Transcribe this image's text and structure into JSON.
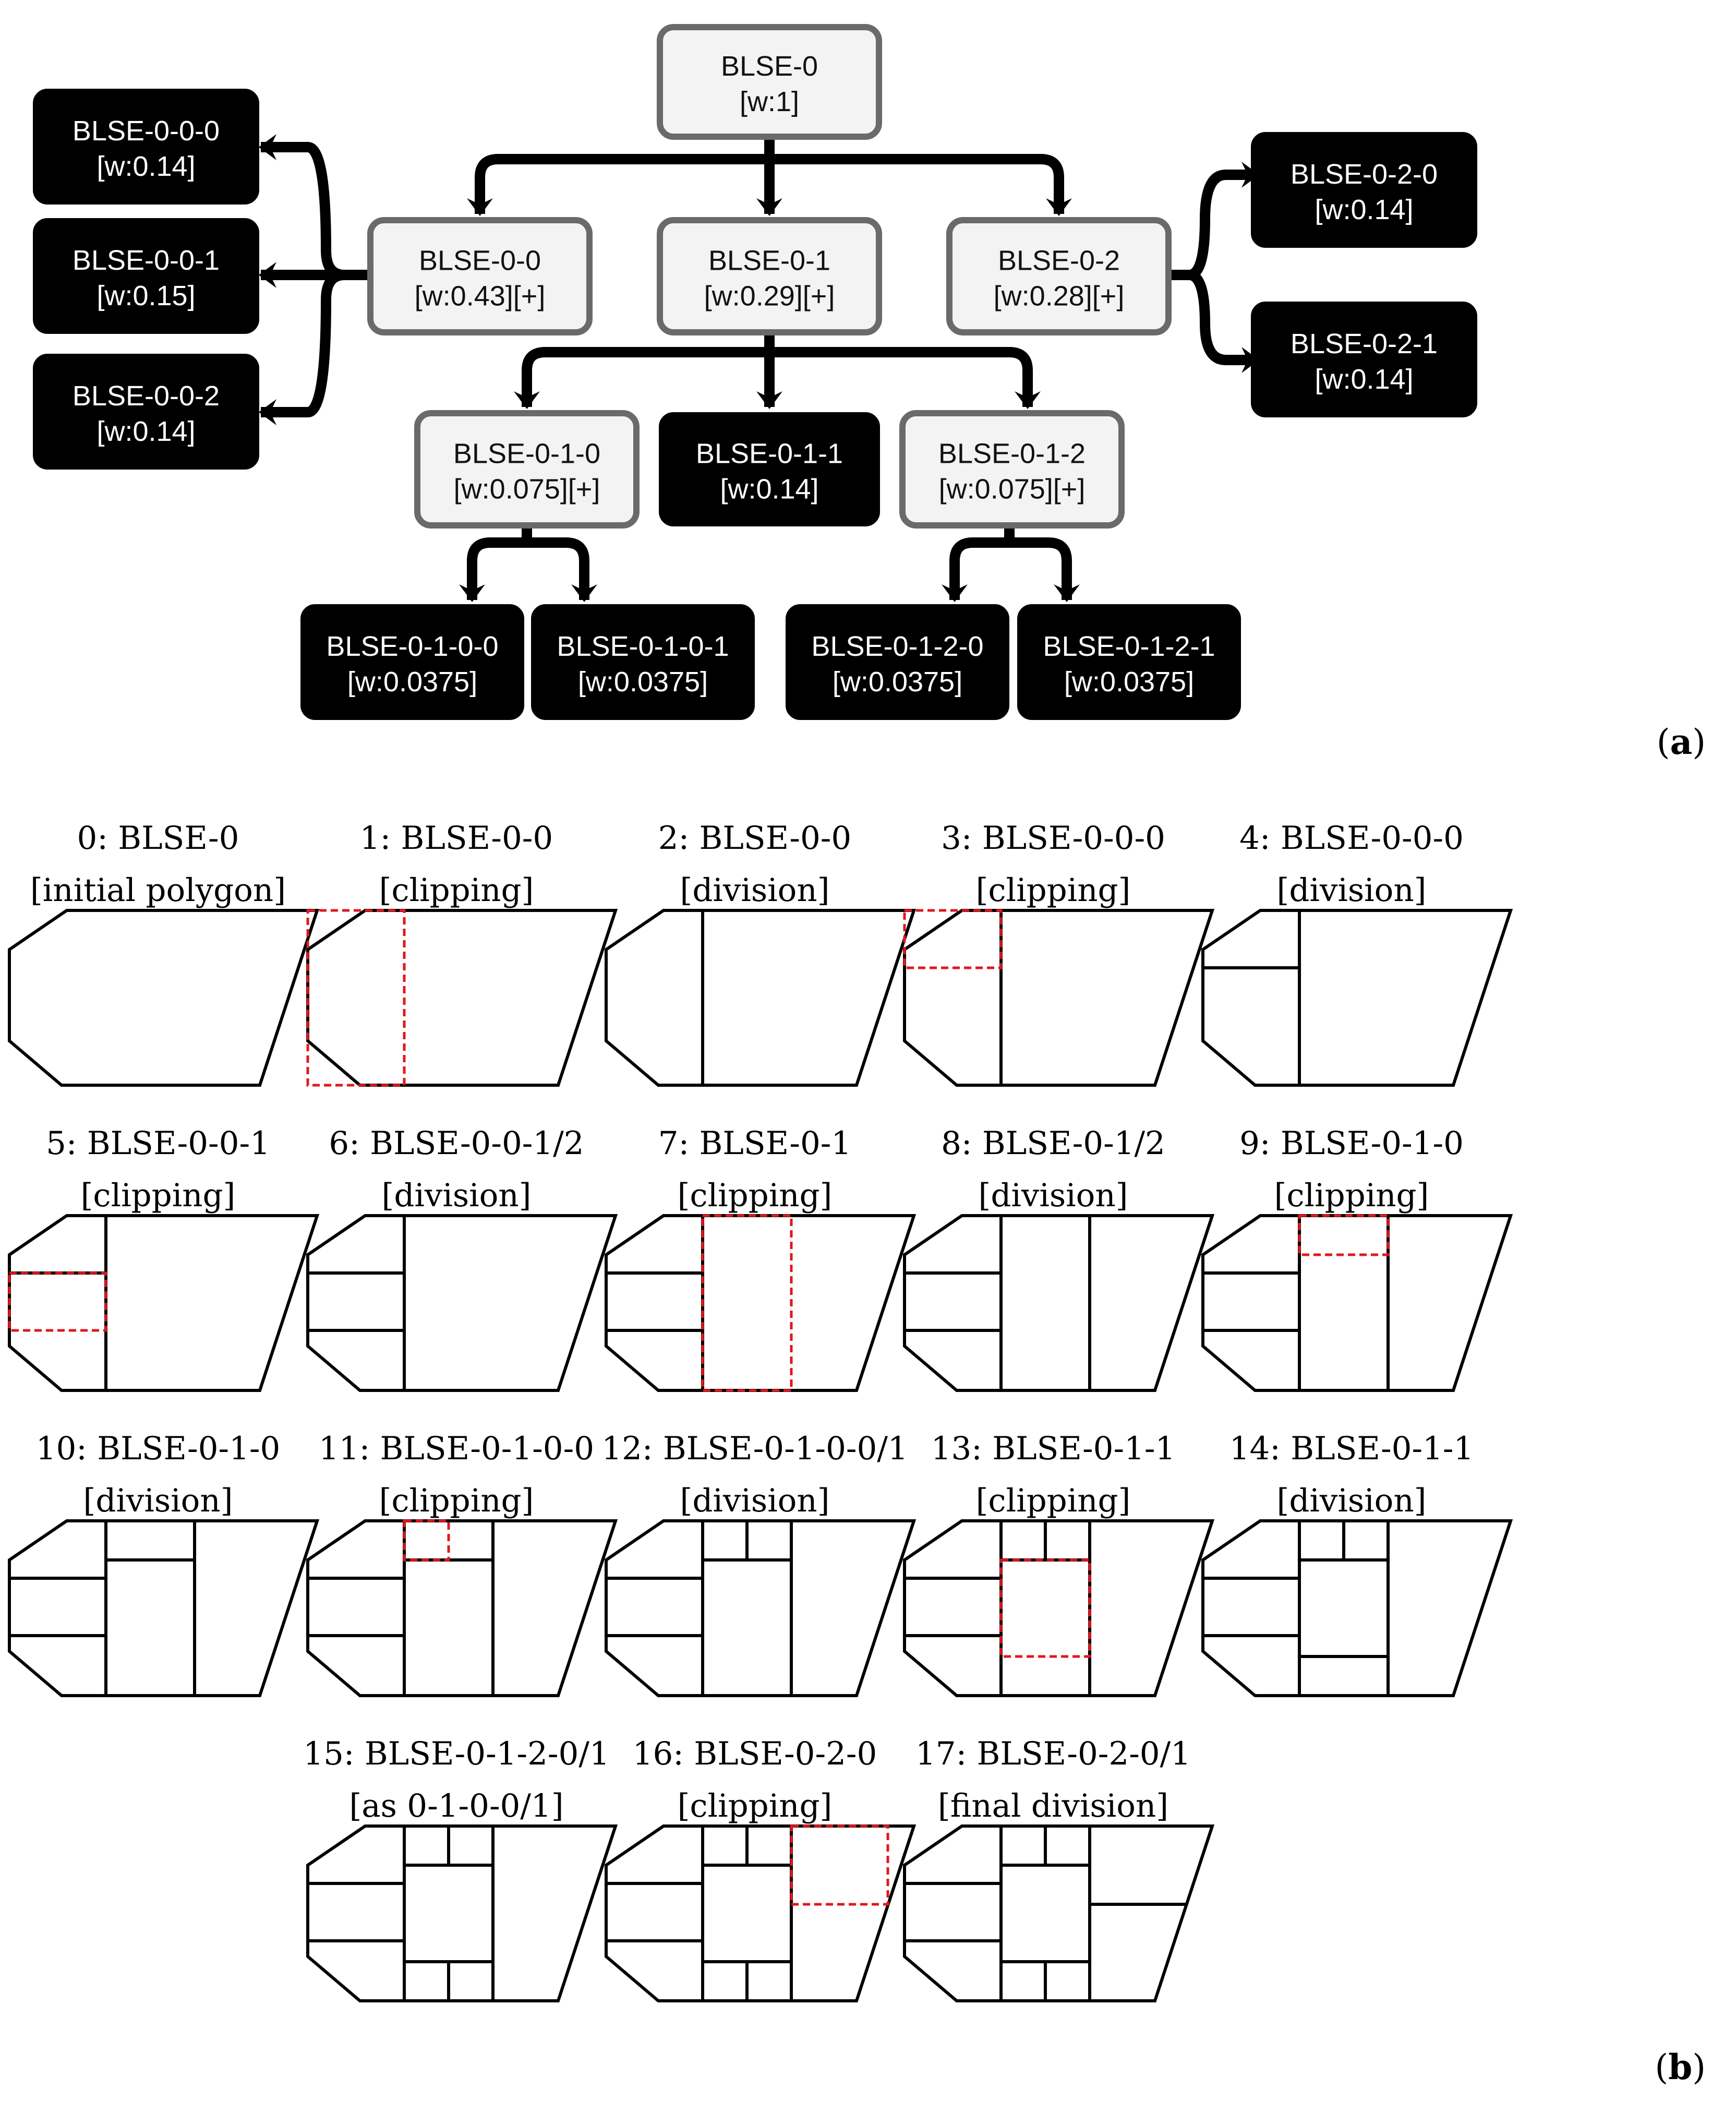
{
  "tree": {
    "nodes": [
      {
        "id": "BLSE-0",
        "weight": "[w:1]",
        "style": "light"
      },
      {
        "id": "BLSE-0-0",
        "weight": "[w:0.43][+]",
        "style": "light"
      },
      {
        "id": "BLSE-0-1",
        "weight": "[w:0.29][+]",
        "style": "light"
      },
      {
        "id": "BLSE-0-2",
        "weight": "[w:0.28][+]",
        "style": "light"
      },
      {
        "id": "BLSE-0-0-0",
        "weight": "[w:0.14]",
        "style": "dark"
      },
      {
        "id": "BLSE-0-0-1",
        "weight": "[w:0.15]",
        "style": "dark"
      },
      {
        "id": "BLSE-0-0-2",
        "weight": "[w:0.14]",
        "style": "dark"
      },
      {
        "id": "BLSE-0-2-0",
        "weight": "[w:0.14]",
        "style": "dark"
      },
      {
        "id": "BLSE-0-2-1",
        "weight": "[w:0.14]",
        "style": "dark"
      },
      {
        "id": "BLSE-0-1-0",
        "weight": "[w:0.075][+]",
        "style": "light"
      },
      {
        "id": "BLSE-0-1-1",
        "weight": "[w:0.14]",
        "style": "dark"
      },
      {
        "id": "BLSE-0-1-2",
        "weight": "[w:0.075][+]",
        "style": "light"
      },
      {
        "id": "BLSE-0-1-0-0",
        "weight": "[w:0.0375]",
        "style": "dark"
      },
      {
        "id": "BLSE-0-1-0-1",
        "weight": "[w:0.0375]",
        "style": "dark"
      },
      {
        "id": "BLSE-0-1-2-0",
        "weight": "[w:0.0375]",
        "style": "dark"
      },
      {
        "id": "BLSE-0-1-2-1",
        "weight": "[w:0.0375]",
        "style": "dark"
      }
    ]
  },
  "subfigure_labels": {
    "a": {
      "open": "(",
      "letter": "a",
      "close": ")"
    },
    "b": {
      "open": "(",
      "letter": "b",
      "close": ")"
    }
  },
  "steps": [
    {
      "title": "0: BLSE-0",
      "action": "[initial polygon]"
    },
    {
      "title": "1: BLSE-0-0",
      "action": "[clipping]"
    },
    {
      "title": "2: BLSE-0-0",
      "action": "[division]"
    },
    {
      "title": "3: BLSE-0-0-0",
      "action": "[clipping]"
    },
    {
      "title": "4: BLSE-0-0-0",
      "action": "[division]"
    },
    {
      "title": "5: BLSE-0-0-1",
      "action": "[clipping]"
    },
    {
      "title": "6: BLSE-0-0-1/2",
      "action": "[division]"
    },
    {
      "title": "7: BLSE-0-1",
      "action": "[clipping]"
    },
    {
      "title": "8: BLSE-0-1/2",
      "action": "[division]"
    },
    {
      "title": "9: BLSE-0-1-0",
      "action": "[clipping]"
    },
    {
      "title": "10: BLSE-0-1-0",
      "action": "[division]"
    },
    {
      "title": "11: BLSE-0-1-0-0",
      "action": "[clipping]"
    },
    {
      "title": "12: BLSE-0-1-0-0/1",
      "action": "[division]"
    },
    {
      "title": "13: BLSE-0-1-1",
      "action": "[clipping]"
    },
    {
      "title": "14: BLSE-0-1-1",
      "action": "[division]"
    },
    {
      "title": "15: BLSE-0-1-2-0/1",
      "action": "[as 0-1-0-0/1]"
    },
    {
      "title": "16: BLSE-0-2-0",
      "action": "[clipping]"
    },
    {
      "title": "17: BLSE-0-2-0/1",
      "action": "[final division]"
    }
  ]
}
